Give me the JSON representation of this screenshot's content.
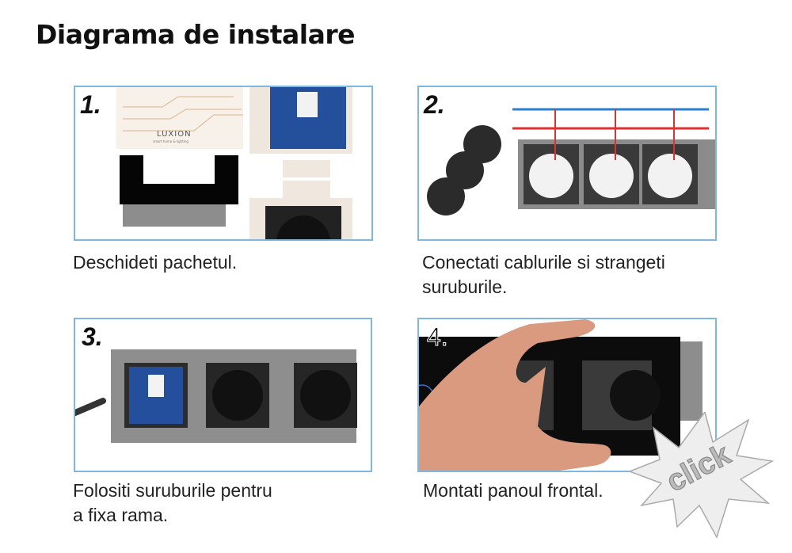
{
  "title": "Diagrama de instalare",
  "steps": [
    {
      "number": "1.",
      "caption_lines": [
        "Deschideti pachetul."
      ],
      "brand": "LUXION",
      "brand_tagline": "smart home & lighting"
    },
    {
      "number": "2.",
      "caption_lines": [
        "Conectati cablurile si strangeti",
        "suruburile."
      ]
    },
    {
      "number": "3.",
      "caption_lines": [
        "Folositi suruburile pentru",
        "a fixa rama."
      ]
    },
    {
      "number": "4.",
      "caption_lines": [
        "Montati panoul frontal."
      ]
    }
  ],
  "badge": {
    "label": "click"
  },
  "colors": {
    "frame_border": "#7fb7df",
    "wire_blue": "#2a7fd0",
    "wire_red": "#e03030"
  }
}
